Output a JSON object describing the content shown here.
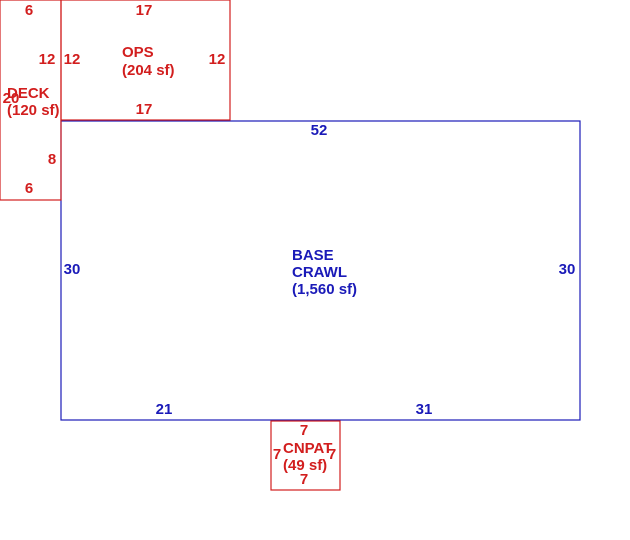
{
  "colors": {
    "base": "#1a1ab8",
    "addition": "#d21e1e"
  },
  "areas": {
    "base": {
      "line1": "BASE",
      "line2": "CRAWL",
      "area": "(1,560 sf)"
    },
    "ops": {
      "line1": "OPS",
      "area": "(204 sf)"
    },
    "deck": {
      "line1": "DECK",
      "area": "(120 sf)"
    },
    "cnpat": {
      "line1": "CNPAT",
      "area": "(49 sf)"
    }
  },
  "dimensions": {
    "base": {
      "top": "52",
      "left": "30",
      "right": "30",
      "bottom_left": "21",
      "bottom_right": "31"
    },
    "ops": {
      "top": "17",
      "left": "12",
      "right": "12",
      "bottom": "17"
    },
    "deck": {
      "top": "6",
      "right_top": "12",
      "left": "20",
      "right_bottom": "8",
      "bottom": "6"
    },
    "cnpat": {
      "top": "7",
      "left": "7",
      "right": "7",
      "bottom": "7"
    }
  }
}
